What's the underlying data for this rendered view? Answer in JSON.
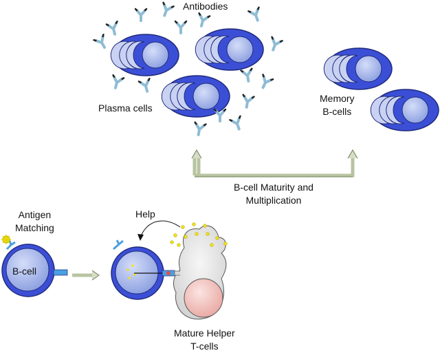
{
  "labels": {
    "antibodies": "Antibodies",
    "plasma_cells": "Plasma cells",
    "memory_line1": "Memory",
    "memory_line2": "B-cells",
    "maturity_line1": "B-cell Maturity and",
    "maturity_line2": "Multiplication",
    "antigen_line1": "Antigen",
    "antigen_line2": "Matching",
    "bcell": "B-cell",
    "help": "Help",
    "helper_line1": "Mature Helper",
    "helper_line2": "T-cells"
  },
  "colors": {
    "cell_outer": "#3b4fd6",
    "cell_outer_stroke": "#1f2a7a",
    "nucleus": "#a9b7ea",
    "cytoplasm": "#c9d2f2",
    "antibody": "#8fbcd4",
    "antigen": "#f2e21a",
    "helper_body": "#e4e4e4",
    "helper_nucleus": "#f2c4c0",
    "arrow": "#b8c4a0",
    "receptor": "#4aa0e0"
  },
  "icons": {
    "antibody": "antibody-y-icon",
    "antigen": "antigen-star-icon"
  }
}
